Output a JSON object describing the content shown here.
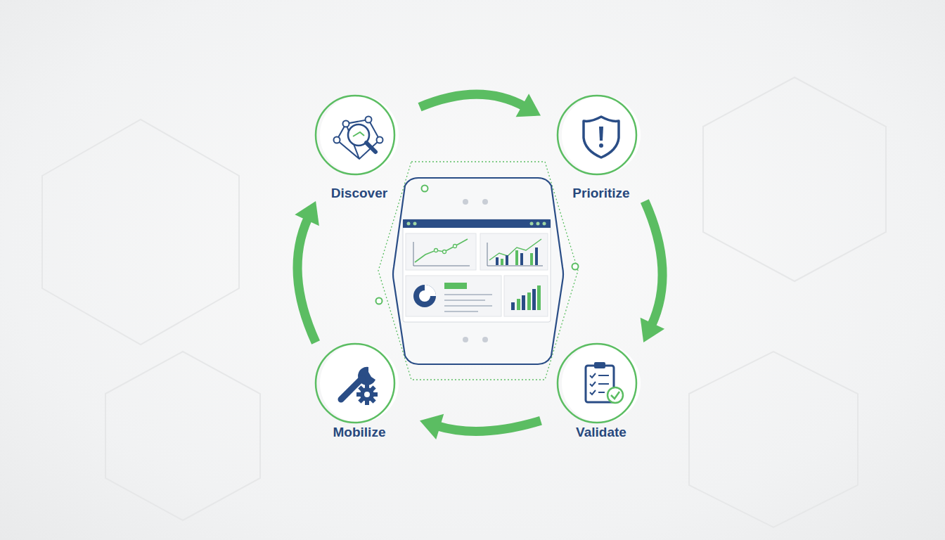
{
  "diagram": {
    "nodes": [
      {
        "text": [
          "Discover"
        ]
      },
      {
        "text": [
          "Prioritize"
        ]
      },
      {
        "text": [
          "Validate"
        ]
      },
      {
        "text": [
          "Mobilize"
        ]
      }
    ],
    "edges": [
      {
        "from": 0,
        "to": 1,
        "arrow": "to"
      },
      {
        "from": 1,
        "to": 2,
        "arrow": "to"
      },
      {
        "from": 2,
        "to": 3,
        "arrow": "to"
      },
      {
        "from": 3,
        "to": 0,
        "arrow": "to"
      }
    ]
  }
}
